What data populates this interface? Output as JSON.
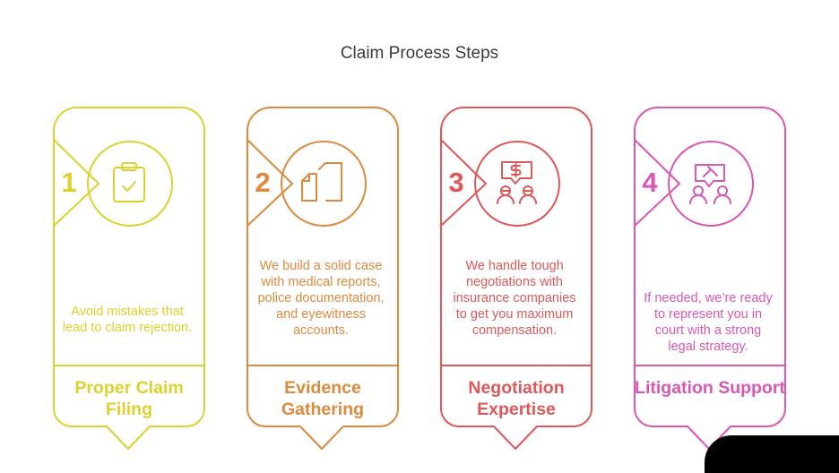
{
  "title": "Claim Process Steps",
  "steps": [
    {
      "number": "1",
      "description": "Avoid mistakes that lead to claim rejection.",
      "label": "Proper Claim Filing",
      "color": "#DDD12E",
      "icon": "clipboard-check-icon"
    },
    {
      "number": "2",
      "description": "We build a solid case with medical reports, police documentation, and eyewitness accounts.",
      "label": "Evidence Gathering",
      "color": "#DD8A3E",
      "icon": "documents-icon"
    },
    {
      "number": "3",
      "description": "We handle tough negotiations with insurance companies to get you maximum compensation.",
      "label": "Negotiation Expertise",
      "color": "#DD5858",
      "icon": "negotiation-icon"
    },
    {
      "number": "4",
      "description": "If needed, we’re ready to represent you in court with a strong legal strategy.",
      "label": "Litigation Support",
      "color": "#D958B2",
      "icon": "gavel-people-icon"
    }
  ]
}
